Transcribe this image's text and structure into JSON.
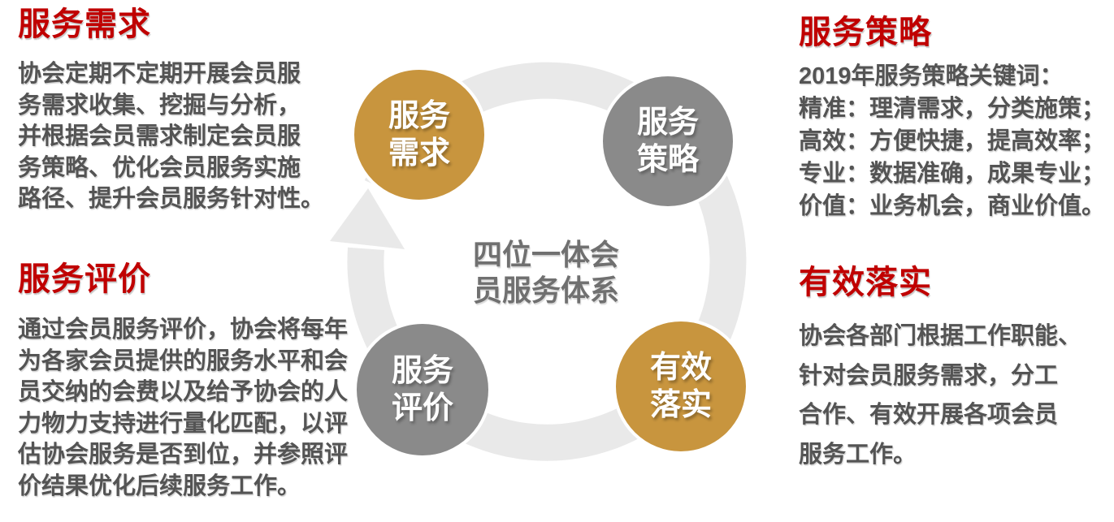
{
  "colors": {
    "heading_red": "#C00000",
    "body_gray": "#545454",
    "gold": "#C8953E",
    "circle_gray": "#8A8A8A",
    "ring_gray": "#E9E9E9",
    "center_text_gray": "#707070"
  },
  "blocks": {
    "service_needs": {
      "title": "服务需求",
      "lines": [
        "协会定期不定期开展会员服",
        "务需求收集、挖掘与分析，",
        "并根据会员需求制定会员服",
        "务策略、优化会员服务实施",
        "路径、提升会员服务针对性。"
      ]
    },
    "service_evaluation": {
      "title": "服务评价",
      "lines": [
        "通过会员服务评价，协会将每年",
        "为各家会员提供的服务水平和会",
        "员交纳的会费以及给予协会的人",
        "力物力支持进行量化匹配，以评",
        "估协会服务是否到位，并参照评",
        "价结果优化后续服务工作。"
      ]
    },
    "service_strategy": {
      "title": "服务策略",
      "lines": [
        "2019年服务策略关键词：",
        "精准：理清需求，分类施策；",
        "高效：方便快捷，提高效率；",
        "专业：数据准确，成果专业；",
        "价值：业务机会，商业价值。"
      ]
    },
    "effective_implementation": {
      "title": "有效落实",
      "lines": [
        "协会各部门根据工作职能、",
        "针对会员服务需求，分工",
        "合作、有效开展各项会员",
        "服务工作。"
      ]
    }
  },
  "diagram": {
    "center": {
      "line1": "四位一体会",
      "line2": "员服务体系"
    },
    "circles": [
      {
        "id": "service-needs",
        "line1": "服务",
        "line2": "需求",
        "color_key": "gold"
      },
      {
        "id": "service-strategy",
        "line1": "服务",
        "line2": "策略",
        "color_key": "gray"
      },
      {
        "id": "service-evaluation",
        "line1": "服务",
        "line2": "评价",
        "color_key": "gray"
      },
      {
        "id": "effective-implementation",
        "line1": "有效",
        "line2": "落实",
        "color_key": "gold"
      }
    ]
  }
}
